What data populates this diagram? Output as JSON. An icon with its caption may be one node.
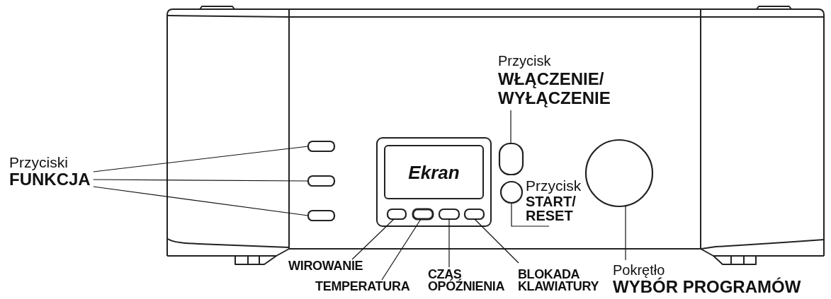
{
  "diagram": {
    "nodes": [
      {
        "text": [
          "Przyciski",
          "FUNKCJA"
        ]
      },
      {
        "text": [],
        "shape": "box"
      },
      {
        "text": [],
        "shape": "box"
      },
      {
        "text": [],
        "shape": "box"
      },
      {
        "text": [
          "Przycisk",
          "WŁĄCZENIE/ WYŁĄCZENIE"
        ]
      },
      {
        "text": [],
        "shape": "box"
      },
      {
        "text": [
          "Ekran"
        ]
      },
      {
        "text": [
          "Przycisk",
          "START/ RESET"
        ]
      },
      {
        "text": [],
        "shape": "circle"
      },
      {
        "text": [],
        "shape": "circle"
      },
      {
        "text": [],
        "shape": "box"
      },
      {
        "text": [],
        "shape": "box"
      },
      {
        "text": [],
        "shape": "box"
      },
      {
        "text": [],
        "shape": "box"
      },
      {
        "text": [
          "WIROWANIE"
        ]
      },
      {
        "text": [
          "TEMPERATURA"
        ]
      },
      {
        "text": [
          "CZAS OPÓŹNIENIA"
        ]
      },
      {
        "text": [
          "BLOKADA KLAWIATURY"
        ]
      },
      {
        "text": [
          "Pokrętło",
          "WYBÓR PROGRAMÓW"
        ]
      }
    ],
    "edges": [
      {
        "from": 0,
        "to": 1,
        "arrow": "none"
      },
      {
        "from": 0,
        "to": 2,
        "arrow": "none"
      },
      {
        "from": 0,
        "to": 3,
        "arrow": "none"
      },
      {
        "from": 4,
        "to": 5,
        "arrow": "none"
      },
      {
        "from": 7,
        "to": 8,
        "arrow": "none"
      },
      {
        "from": 14,
        "to": 10,
        "arrow": "none"
      },
      {
        "from": 15,
        "to": 11,
        "arrow": "none"
      },
      {
        "from": 16,
        "to": 12,
        "arrow": "none"
      },
      {
        "from": 17,
        "to": 13,
        "arrow": "none"
      },
      {
        "from": 18,
        "to": 9,
        "arrow": "none"
      }
    ]
  }
}
